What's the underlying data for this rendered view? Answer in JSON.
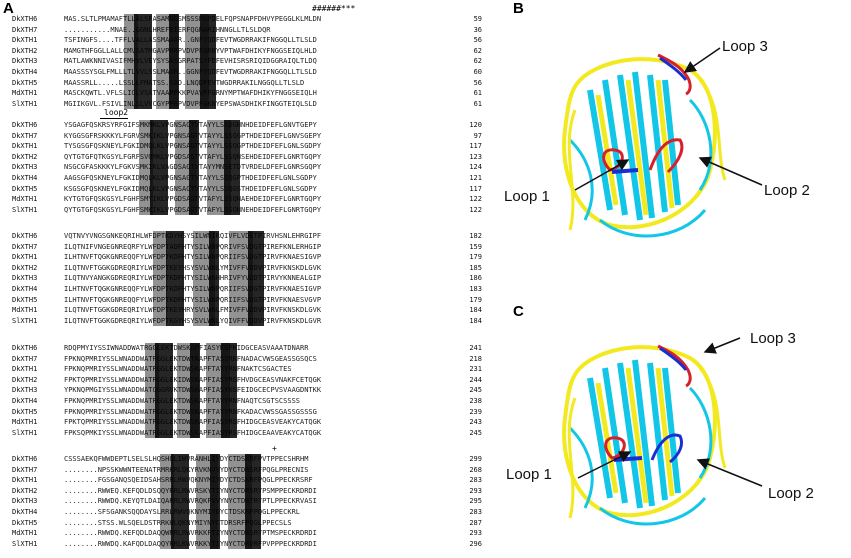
{
  "panels": {
    "a_letter": "A",
    "b_letter": "B",
    "c_letter": "C"
  },
  "alignment": {
    "blocks": [
      {
        "marker": "######***",
        "rows": [
          {
            "name": "DkXTH6",
            "seq": "MAS.SLTLPMAMAFTLLALSFASAMGGSMSSSRNPDELFQPSNAPFDHVYPEGGLKLMLDN",
            "end": "59"
          },
          {
            "name": "DkXTH7",
            "seq": "...........MNAE..GGNLHREFEIERFQGRARIHNNGLLTLSLDQR",
            "end": "36"
          },
          {
            "name": "DkXTH1",
            "seq": "TSFINGFS....TFFLVALLASSMAAAR..GNFYQDFEVTWGDRRAKIFNGGQLLTLSLD",
            "end": "56"
          },
          {
            "name": "DkXTH2",
            "seq": "MAMGTHFGGLLALLCMVSATMGAVPRRPVDVPFGRNYVPTWAFDHIKYFNGGSEIQLHLD",
            "end": "62"
          },
          {
            "name": "DkXTH3",
            "seq": "MATLAWKNNIVASIFMHVLVEYSYSASGRPATSYFDFEVHISRSRIQIDGGRAIQLTLDQ",
            "end": "62"
          },
          {
            "name": "DkXTH4",
            "seq": "MAASSSYSGLFMLLLTLVVLSSLMAAM..GGNFYQDFEVTWGDRRAKIFNGGQLLTLSLD",
            "end": "60"
          },
          {
            "name": "DkXTH5",
            "seq": "MAASSRLL.....LSSLLFMATSS.SAD.LNQDFEVTWGDRRAKILNGGQLLTLSLD",
            "end": "56"
          },
          {
            "name": "MdXTH1",
            "seq": "MASCKQWTL.VFLSLICLVSATVAAPPKKPVAVPFGRNYMPTWAFDHIKYFNGGSEIQLH",
            "end": "61"
          },
          {
            "name": "SlXTH1",
            "seq": "MGIIKGVL.FSIVLINLSLVVCGYPPRPVDVPFGKNYEPSWASDHIKFINGGTEIQLSLD",
            "end": "61"
          }
        ]
      },
      {
        "marker": "loop2",
        "rows": [
          {
            "name": "DkXTH6",
            "seq": "YSGAGFQSKRSYRFGIFSMKMKLVPGNSAGTVTAYYLSSDGNNHDEIDFEFLGNVTGEPY",
            "end": "120"
          },
          {
            "name": "DkXTH7",
            "seq": "KYGGSGFRSKKKYLFGRVSMKIKLVPGNSAGTVTAYYLSSQGPTHDEIDFEFLGNVSGEPY",
            "end": "97"
          },
          {
            "name": "DkXTH1",
            "seq": "TYSGSGFQSKNEYLFGKIDMQLKLVPGNSAGTVTAYYLSSQGPTHDEIDFEFLGNLSGDPY",
            "end": "117"
          },
          {
            "name": "DkXTH2",
            "seq": "QYTGTGFQTKGSYLFGRFSVQMKLVPGDSAGTVTAFYLSSQNSEHDEIDFEFLGNRTGQPY",
            "end": "123"
          },
          {
            "name": "DkXTH3",
            "seq": "NSGCGFASKKKYLFGKVSMKIKLVAGDSAGTVTAYYMNSETDTVRDELDFEFLGNRSGQPY",
            "end": "124"
          },
          {
            "name": "DkXTH4",
            "seq": "AAGSGFQSKNEYLFGKIDMQLKLVPGNSAGTVTAYYLSSQGPTHDEIDFEFLGNLSGDPY",
            "end": "121"
          },
          {
            "name": "DkXTH5",
            "seq": "KSGSGFQSKNEYLFGKIDMQLKLVPGNSAGTVTAYYLSSQGSTHDEIDFEFLGNLSGDPY",
            "end": "117"
          },
          {
            "name": "MdXTH1",
            "seq": "KYTGTGFQSKGSYLFGHFSMYIKLVPGDSAGTVTAFYLSSQNAEHDEIDFEFLGNRTGQPY",
            "end": "122"
          },
          {
            "name": "SlXTH1",
            "seq": "QYTGTGFQSKGSYLFGHFSMKIKLVPGDSAGTVTAFYLSSQNNEHDEIDFEFLGNRTGQPY",
            "end": "122"
          }
        ]
      },
      {
        "marker": "",
        "rows": [
          {
            "name": "DkXTH6",
            "seq": "VQTNVYVNGSGNKEQRIHLWFDPTKDYHSYSILWNIRQIVFLVDETPIRVHSNLEHRGIPF",
            "end": "182"
          },
          {
            "name": "DkXTH7",
            "seq": "ILQTNIFVNGEGNREQRFYLWFDPTADFHTYSILWNPQRIVFSVDGTPIREFKNLERHGIP",
            "end": "159"
          },
          {
            "name": "DkXTH1",
            "seq": "ILHTNVFTQGKGNREQQFYLWFDPTKDFHTYSILWNPQRIIFSVDGTPIRVFKNAESIGVP",
            "end": "179"
          },
          {
            "name": "DkXTH2",
            "seq": "ILQTNVFTGGKGDREQRIYLWFDPTKEYHSYSVLWNLYMIVFFVDDVPIRVFKNSKDLGVK",
            "end": "185"
          },
          {
            "name": "DkXTH3",
            "seq": "ILQTNVYANGKGDREQRIYLWFDPTKDFHTYSILWNHHRIVFYVDDTPIRVYKNNEALGIP",
            "end": "186"
          },
          {
            "name": "DkXTH4",
            "seq": "ILHTNVFTQGKGNREQQFYLWFDPTKDFHTYSILWNPQRIIFSVDGTPIRVFKNAESIGVP",
            "end": "183"
          },
          {
            "name": "DkXTH5",
            "seq": "ILHTNVFTQGKGNREQQFYLWFDPTKDFHTYSILWNPQRIIFSVDGTPIRVFKNAESVGVP",
            "end": "179"
          },
          {
            "name": "MdXTH1",
            "seq": "ILQTNVFTGGKGDREQRIYLWFDPTKEYHRYSVLWNLFMIVFFVDDVPIRVFKNSKDLGVK",
            "end": "184"
          },
          {
            "name": "SlXTH1",
            "seq": "ILQTNVFTGGKGDREQRIYLWFDPTKGYHSYSVLWNLYQIVFFVDDVPIRVFKNSKDLGVR",
            "end": "184"
          }
        ]
      },
      {
        "marker": "",
        "rows": [
          {
            "name": "DkXTH6",
            "seq": "RDQPMYIYSSIWNADDWATRGGLEKTDWSKAPFIASYKGFHIDGCEASVAAATDNARR",
            "end": "241"
          },
          {
            "name": "DkXTH7",
            "seq": "FPKNQPMRIYSSLWNADDWATRGGLEKTDWTKAPFTASYRKFNADACVWSGEASSGSQCS",
            "end": "218"
          },
          {
            "name": "DkXTH1",
            "seq": "FPKNQPMRIYSSLWNADDWATRGGLEKTDWSKAPFTAYYRNFNAKTCSGACTES",
            "end": "231"
          },
          {
            "name": "DkXTH2",
            "seq": "FPKTQPMRIYSSLWNADDWATRGGLEKIDWSKAPFIASYRGFHVDGCEASVNAKFCETQGK",
            "end": "244"
          },
          {
            "name": "DkXTH3",
            "seq": "YPKNQPMGIYSSLWNADDWATQGGRVKTDWSHAPFIASYKGFEIDGCECPVSVAAGDNTKK",
            "end": "245"
          },
          {
            "name": "DkXTH4",
            "seq": "FPKNQPMRIYSSLWNADDWATRGGLEKTDWSKAPFTAYYRNFNAQTCSGTSCSSSS",
            "end": "238"
          },
          {
            "name": "DkXTH5",
            "seq": "FPKNQPMRIYSSLWNADDWATRGGLEKTDWSKAPFTAYYRNFKADACVWSSGASSGSSSG",
            "end": "239"
          },
          {
            "name": "MdXTH1",
            "seq": "FPKTQPMRIYSSLWNADDWATRGGLEKTDWSKAPFIASYRGFHIDGCEASVEAKYCATQGK",
            "end": "243"
          },
          {
            "name": "SlXTH1",
            "seq": "FPKSQPMKIYSSLWNADDWATRGGLEKTDWSKAPFIASYRSFHIDGCEAAVEAKYCATQGK",
            "end": "245"
          }
        ]
      },
      {
        "marker": "+",
        "rows": [
          {
            "name": "DkXTH6",
            "seq": "CSSSAEKQFWWDEPTLSELSLHQSHQLIWVRANHLIYDYCTDSKRFPVTPPECSHRHM",
            "end": "299"
          },
          {
            "name": "DkXTH7",
            "seq": "........NPSSKWWNTEENATRMRKRLQKYRVKNVVYDYCTDRSRFPQGLPRECNIS",
            "end": "268"
          },
          {
            "name": "DkXTH1",
            "seq": "........FGSGANQSQEIDSAHSRRLRWVQKNYMIYDYCTDSKRFPQGLPPECKRSRF",
            "end": "283"
          },
          {
            "name": "DkXTH2",
            "seq": "........RWWEQ.KEFQDLDSQQYRRLRWVRSKYTIYNYCTDRSRYPSMPPECKRDRDI",
            "end": "293"
          },
          {
            "name": "DkXTH3",
            "seq": "........RWWDQ.KEYQTLDAIQARRLRWVRQKFVVYNYCTDRTRYPTLPPECKRVASI",
            "end": "295"
          },
          {
            "name": "DkXTH4",
            "seq": "........SFSGANKSQQDAYSLRRLRWVQKNYMIYDYCTDSKRFPQGLPPECKRL",
            "end": "283"
          },
          {
            "name": "DkXTH5",
            "seq": "........STSS.WLSQELDSTRRKHLQKNYMIYNYCTDRSRFPQGLPPECSLS",
            "end": "287"
          },
          {
            "name": "MdXTH1",
            "seq": "........RWWDQ.KEFQDLDAQQWRRLRWVRKKFTIYNYCTDRSRYPTMSPECKRDRDI",
            "end": "293"
          },
          {
            "name": "SlXTH1",
            "seq": "........RWWDQ.KAFQDLDAQQYRRLKWVRKKYTIYNYCTDRVRFPVPPPECKRDRDI",
            "end": "296"
          }
        ]
      }
    ]
  },
  "structure_b": {
    "labels": {
      "loop1": "Loop 1",
      "loop2": "Loop 2",
      "loop3": "Loop 3"
    }
  },
  "structure_c": {
    "labels": {
      "loop1": "Loop 1",
      "loop2": "Loop 2",
      "loop3": "Loop 3"
    }
  },
  "colors": {
    "cyan": "#12c6e8",
    "yellow": "#f2ea1e",
    "red": "#d8202a",
    "blue": "#1b2fd0"
  }
}
